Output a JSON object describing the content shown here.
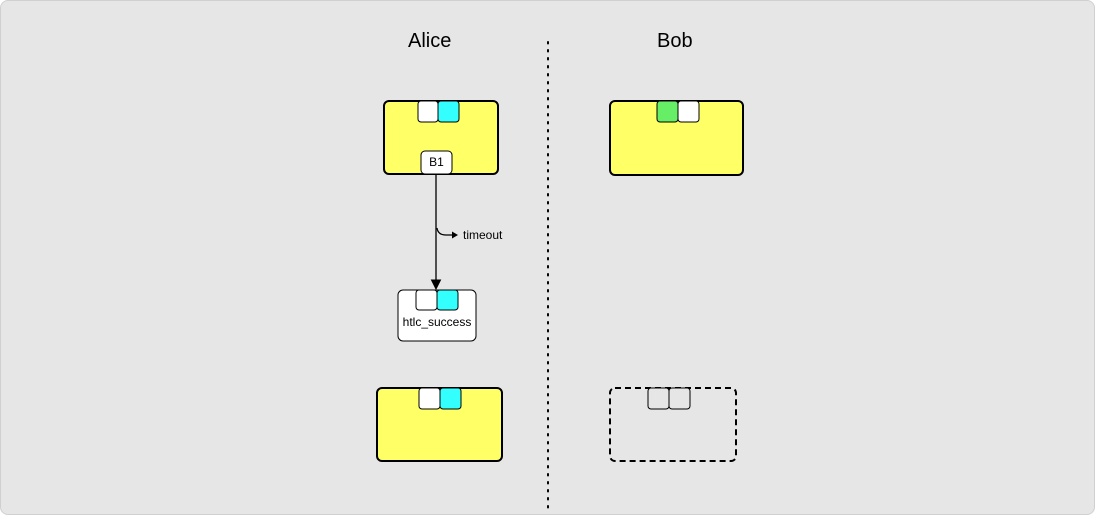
{
  "participants": {
    "left": "Alice",
    "right": "Bob"
  },
  "alice": {
    "b1_label": "B1",
    "timeout_label": "timeout",
    "htlc_label": "htlc_success"
  },
  "colors": {
    "canvas": "#e6e6e6",
    "box_fill": "#ffff66",
    "slot_cyan": "#33ffff",
    "slot_green": "#66ee66",
    "slot_white": "#ffffff",
    "slot_gray": "#e6e6e6",
    "stroke": "#000000"
  }
}
